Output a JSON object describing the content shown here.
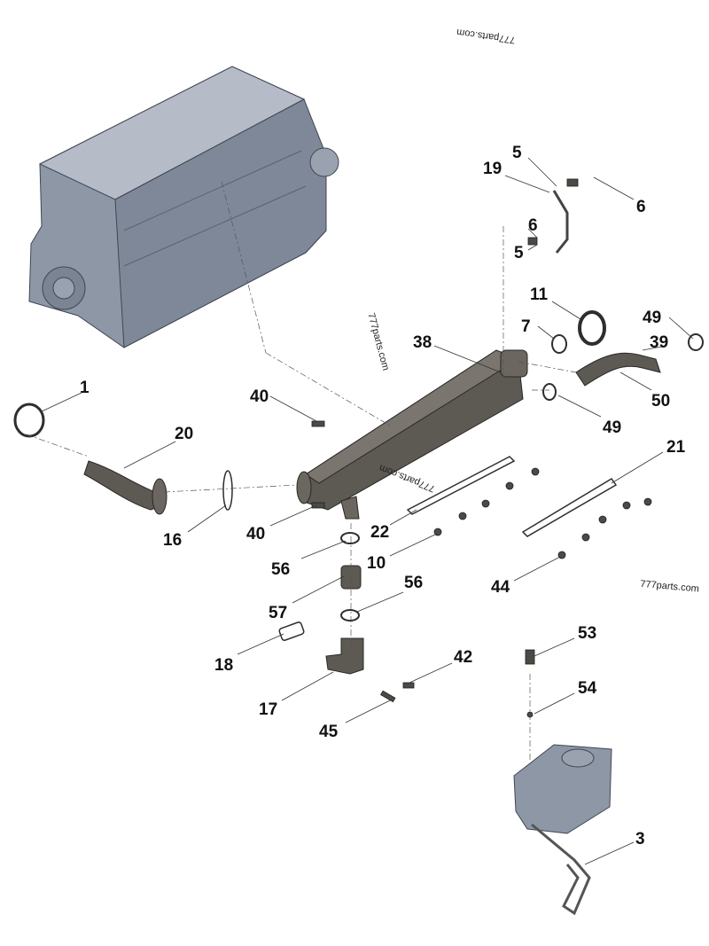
{
  "watermarks": [
    "777parts.com",
    "777parts.com",
    "777parts.com",
    "777parts.com"
  ],
  "callouts": [
    "5",
    "19",
    "6",
    "6",
    "5",
    "11",
    "7",
    "49",
    "39",
    "38",
    "50",
    "49",
    "40",
    "21",
    "1",
    "20",
    "40",
    "16",
    "22",
    "10",
    "56",
    "56",
    "57",
    "18",
    "42",
    "17",
    "45",
    "53",
    "54",
    "3",
    "44"
  ],
  "colors": {
    "engine_block": "#8e97a6",
    "cooler_parts": "#5d5953",
    "egr_valve": "#8e97a6",
    "callout_text": "#111111"
  }
}
